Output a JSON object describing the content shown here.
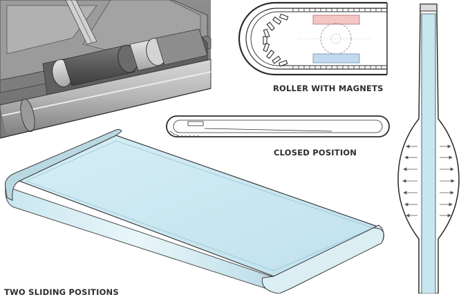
{
  "captions": {
    "roller": "ROLLER WITH MAGNETS",
    "closed": "CLOSED POSITION",
    "sliding": "TWO SLIDING POSITIONS"
  },
  "colors": {
    "screen_blue": "#c8e6f0",
    "magnet_red": "#f4c6c6",
    "magnet_blue": "#c3d9ef",
    "metal_gray": "#a9a9a9",
    "line_dark": "#2a2a2a"
  },
  "icons": {
    "arrows": "double-headed horizontal arrows"
  }
}
